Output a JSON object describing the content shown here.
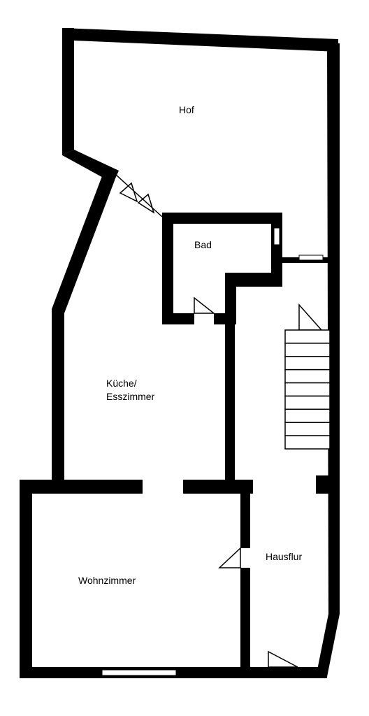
{
  "floor_plan": {
    "rooms": {
      "hof": "Hof",
      "bad": "Bad",
      "kueche_line1": "Küche/",
      "kueche_line2": "Esszimmer",
      "hausflur": "Hausflur",
      "wohnzimmer": "Wohnzimmer"
    },
    "colors": {
      "wall": "#000000",
      "floor": "#ffffff"
    },
    "stair_steps": 9
  }
}
